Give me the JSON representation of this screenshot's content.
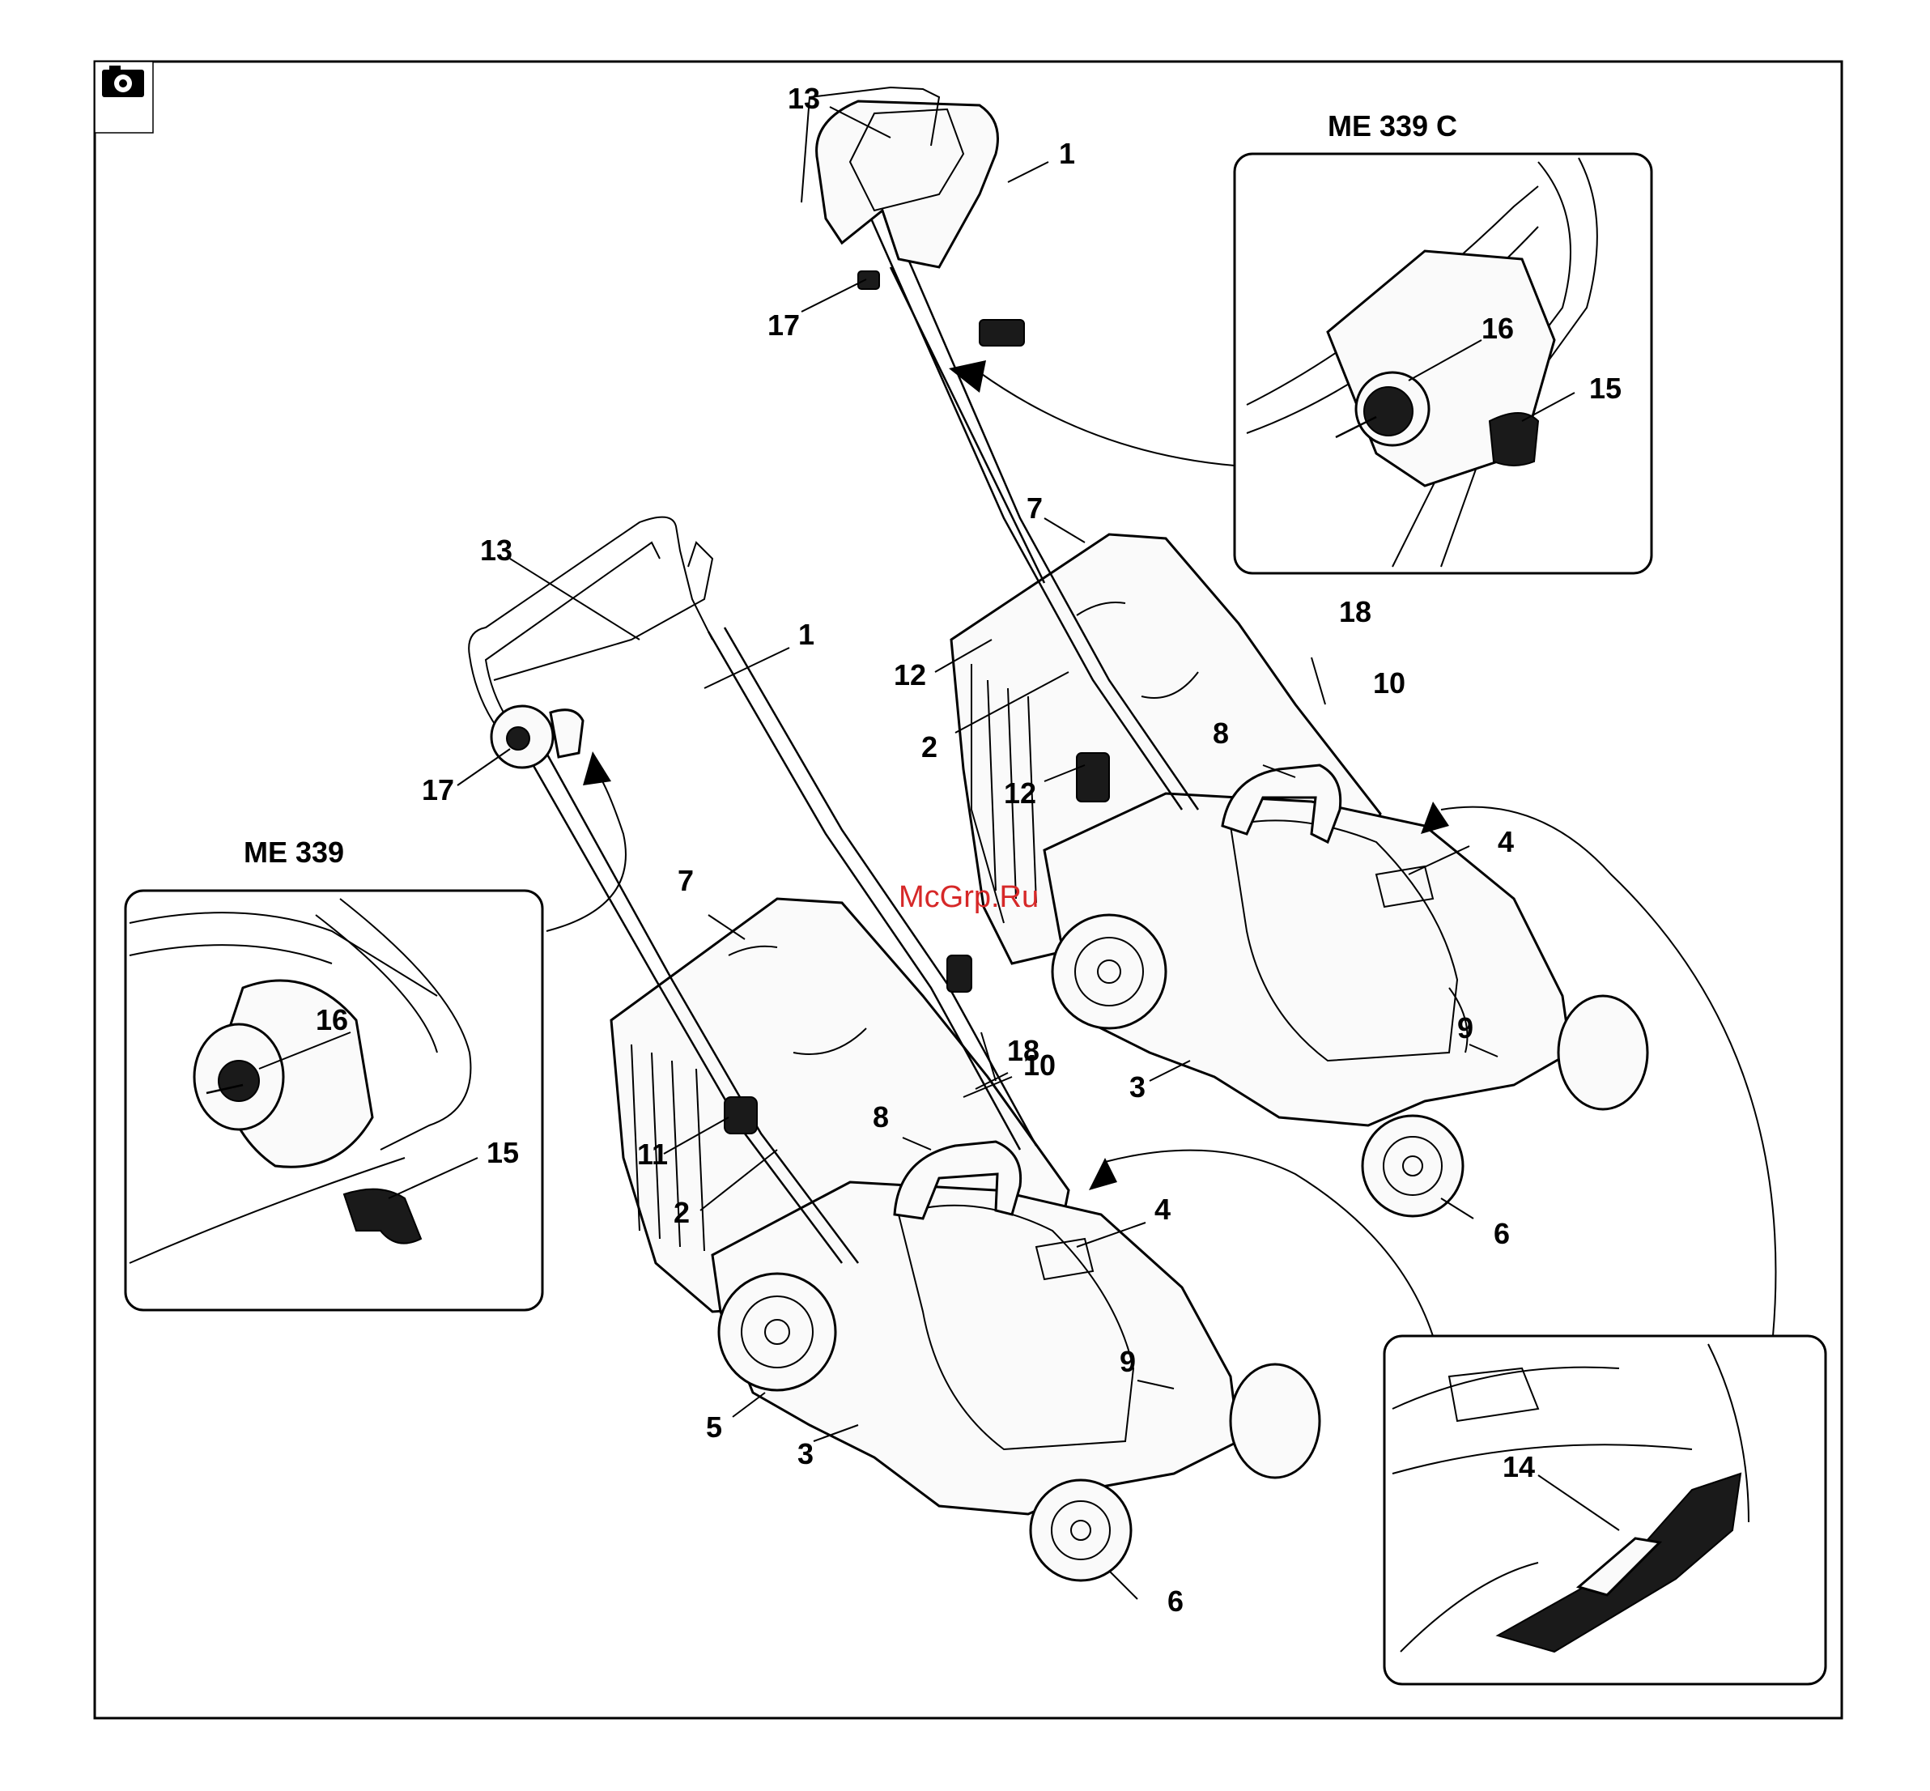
{
  "figure": {
    "watermark": "McGrp.Ru",
    "insets": {
      "me339": {
        "title": "ME 339"
      },
      "me339c": {
        "title": "ME 339 C"
      }
    },
    "labels": {
      "l13a": "13",
      "l1a": "1",
      "l17a": "17",
      "l7a": "7",
      "l12a": "12",
      "l2a": "2",
      "l12b": "12",
      "l18a": "18",
      "l10a": "10",
      "l8a": "8",
      "l4a": "4",
      "l9a": "9",
      "l3a": "3",
      "l6a": "6",
      "l13b": "13",
      "l1b": "1",
      "l17b": "17",
      "l7b": "7",
      "l18b": "18",
      "l10b": "10",
      "l8b": "8",
      "l11": "11",
      "l2b": "2",
      "l4b": "4",
      "l9b": "9",
      "l5": "5",
      "l3b": "3",
      "l6b": "6",
      "l16a": "16",
      "l15a": "15",
      "l16b": "16",
      "l15b": "15",
      "l14": "14"
    }
  }
}
